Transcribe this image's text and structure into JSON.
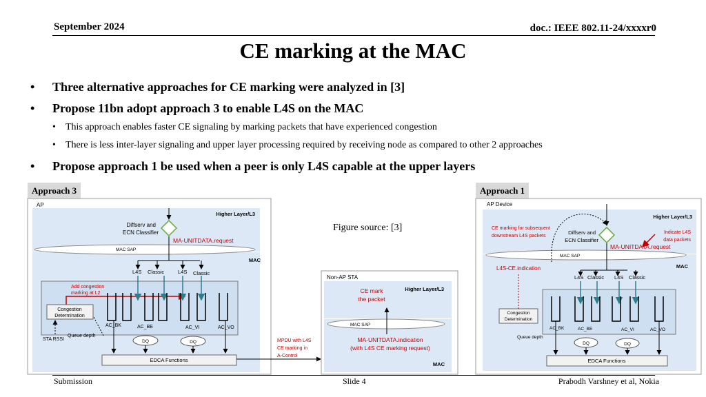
{
  "header": {
    "date": "September 2024",
    "doc": "doc.: IEEE 802.11-24/xxxxr0"
  },
  "title": "CE marking at the MAC",
  "bullets": [
    {
      "level": 1,
      "text": "Three alternative approaches for CE marking were analyzed in [3]"
    },
    {
      "level": 1,
      "text": "Propose 11bn adopt approach 3 to enable L4S on the MAC"
    },
    {
      "level": 2,
      "text": "This approach enables faster CE signaling by marking packets that have experienced congestion"
    },
    {
      "level": 2,
      "text": "There is less inter-layer signaling and upper layer processing required by receiving node as compared to other 2 approaches"
    },
    {
      "level": 1,
      "text": "Propose approach 1 be used when a peer is only L4S capable at the upper layers"
    }
  ],
  "figure_source": "Figure source: [3]",
  "approach3": {
    "tab": "Approach 3",
    "device": "AP",
    "higher_layer": "Higher Layer/L3",
    "classifier": [
      "Diffserv and",
      "ECN Classifier"
    ],
    "unitdata": "MA-UNITDATA.request",
    "mac_sap": "MAC SAP",
    "mac": "MAC",
    "flows": [
      "L4S",
      "Classic",
      "L4S",
      "Classic"
    ],
    "add_congestion": [
      "Add congestion",
      "marking at L2"
    ],
    "congestion": [
      "Congestion",
      "Determination"
    ],
    "queues": [
      "AC_BK",
      "AC_BE",
      "AC_VI",
      "AC_VO"
    ],
    "queue_depth": "Queue depth",
    "sta_rssi": "STA RSSI",
    "dq": "DQ",
    "edca": "EDCA Functions"
  },
  "mpdu": [
    "MPDU with L4S",
    "CE marking in",
    "A-Control"
  ],
  "nonap": {
    "device": "Non-AP STA",
    "higher_layer": "Higher Layer/L3",
    "ce_mark": [
      "CE mark",
      "the packet"
    ],
    "mac_sap": "MAC SAP",
    "indication": [
      "MA-UNITDATA.indication",
      "(with L4S CE marking request)"
    ],
    "mac": "MAC"
  },
  "approach1": {
    "tab": "Approach 1",
    "device": "AP Device",
    "higher_layer": "Higher Layer/L3",
    "ce_subsequent": [
      "CE marking for subsequent",
      "downstream L4S packets"
    ],
    "classifier": [
      "Diffserv and",
      "ECN Classifier"
    ],
    "indicate": [
      "Indicate L4S",
      "data packets"
    ],
    "unitdata": "MA-UNITDATA.request",
    "mac_sap": "MAC SAP",
    "mac": "MAC",
    "ce_indication": "L4S-CE.indication",
    "flows": [
      "L4S",
      "Classic",
      "L4S",
      "Classic"
    ],
    "congestion": [
      "Congestion",
      "Determination"
    ],
    "queues": [
      "AC_BK",
      "AC_BE",
      "AC_VI",
      "AC_VO"
    ],
    "queue_depth": "Queue depth",
    "dq": "DQ",
    "edca": "EDCA Functions"
  },
  "footer": {
    "left": "Submission",
    "center": "Slide 4",
    "right": "Prabodh Varshney et al, Nokia"
  },
  "colors": {
    "light_blue": "#dde8f6",
    "mid_blue": "#cfdff2",
    "red": "#c00000",
    "teal": "#2e7d8c",
    "green": "#70ad47"
  }
}
